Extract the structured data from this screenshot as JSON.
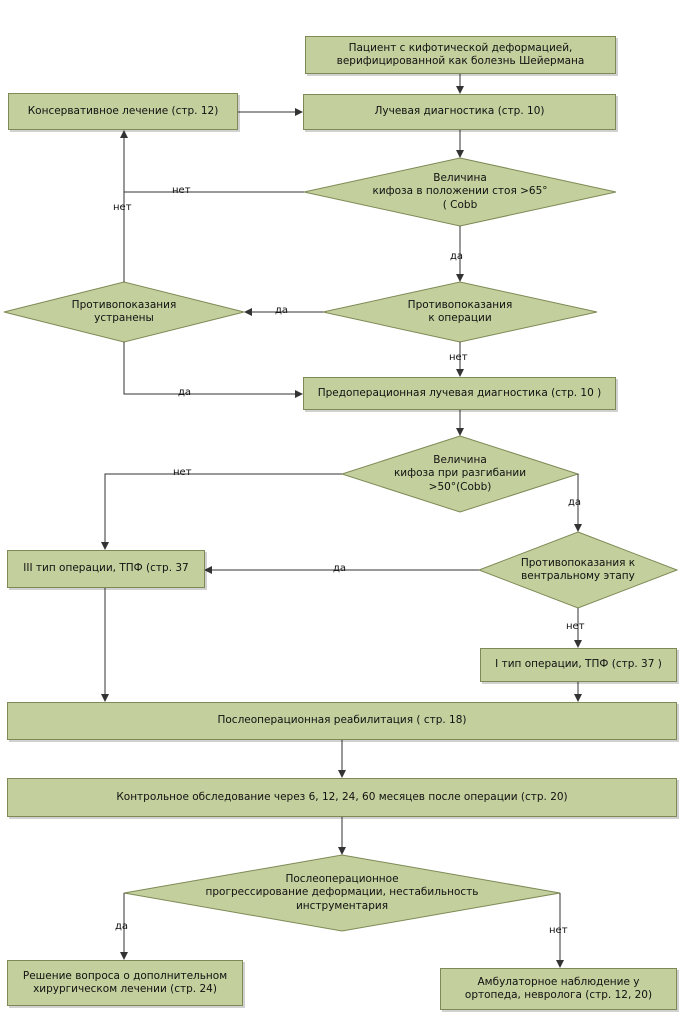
{
  "nodes": {
    "patient": "Пациент с кифотической деформацией,\nверифицированной как болезнь Шейермана",
    "radiodiag": "Лучевая диагностика (стр. 10)",
    "conservative": "Консервативное лечение (стр. 12)",
    "kyphosis65": "Величина\nкифоза в положении стоя >65°\n( Cobb",
    "contra_op": "Противопоказания\nк операции",
    "contra_removed": "Противопоказания\nустранены",
    "preop_diag": "Предоперационная лучевая диагностика (стр. 10 )",
    "kyphosis50": "Величина\nкифоза при разгибании\n>50°(Cobb)",
    "contra_ventral": "Противопоказания к\nвентральному этапу",
    "type3": "III тип операции, ТПФ (стр. 37",
    "type1": "I тип операции, ТПФ (стр. 37 )",
    "rehab": "Послеоперационная реабилитация ( стр. 18)",
    "control": "Контрольное обследование через 6, 12, 24, 60 месяцев после операции (стр. 20)",
    "progression": "Послеоперационное\nпрогрессирование деформации, нестабильность\nинструментария",
    "further_surgery": "Решение вопроса о дополнительном\nхирургическом лечении (стр. 24)",
    "outpatient": "Амбулаторное наблюдение у\nортопеда, невролога (стр. 12, 20)"
  },
  "labels": {
    "no": "нет",
    "yes": "да"
  },
  "colors": {
    "fill": "#c3cf9d",
    "border": "#7d8a55",
    "line": "#333333"
  }
}
